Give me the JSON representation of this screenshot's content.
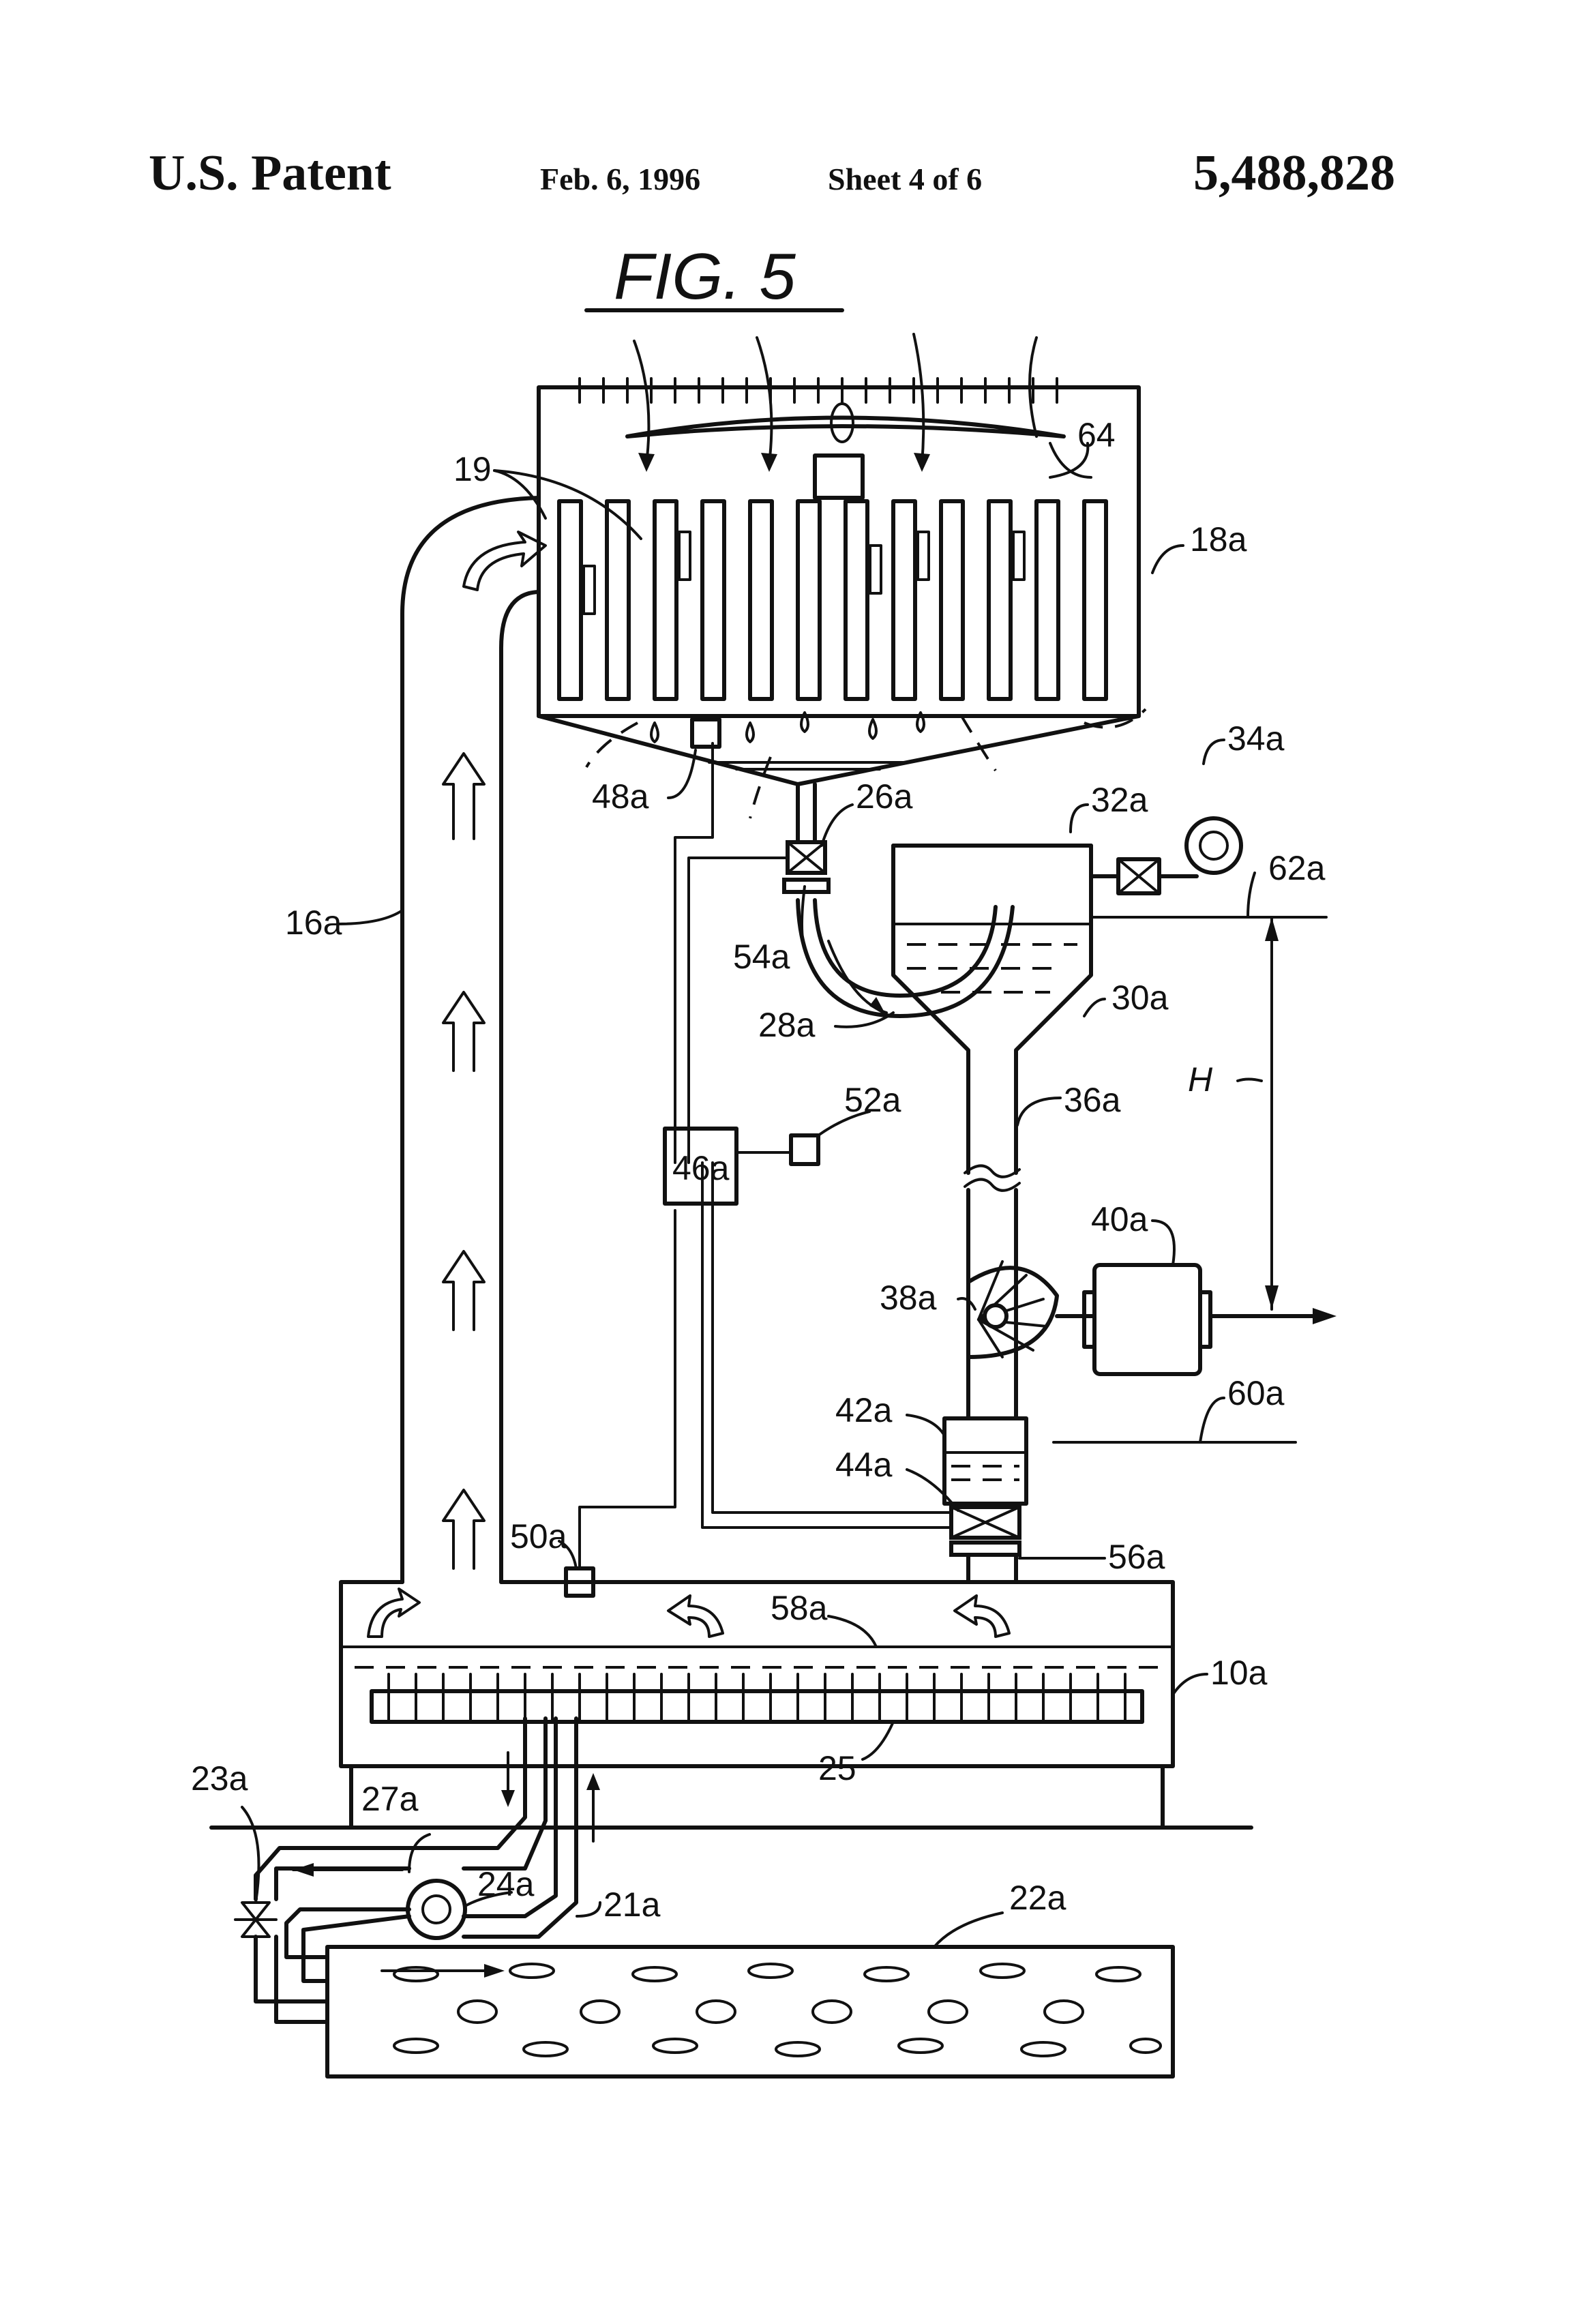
{
  "header": {
    "patent": "U.S. Patent",
    "date": "Feb. 6, 1996",
    "sheet": "Sheet 4 of 6",
    "number": "5,488,828"
  },
  "figure": {
    "title": "FIG. 5"
  },
  "labels": {
    "l19": "19",
    "l64": "64",
    "l18a": "18a",
    "l48a": "48a",
    "l26a": "26a",
    "l34a": "34a",
    "l32a": "32a",
    "l62a": "62a",
    "l16a": "16a",
    "l54a": "54a",
    "l30a": "30a",
    "l28a": "28a",
    "l52a": "52a",
    "l36a": "36a",
    "lH": "H",
    "l46a": "46a",
    "l40a": "40a",
    "l38a": "38a",
    "l60a": "60a",
    "l42a": "42a",
    "l44a": "44a",
    "l50a": "50a",
    "l56a": "56a",
    "l58a": "58a",
    "l10a": "10a",
    "l25": "25",
    "l23a": "23a",
    "l27a": "27a",
    "l24a": "24a",
    "l21a": "21a",
    "l22a": "22a"
  }
}
